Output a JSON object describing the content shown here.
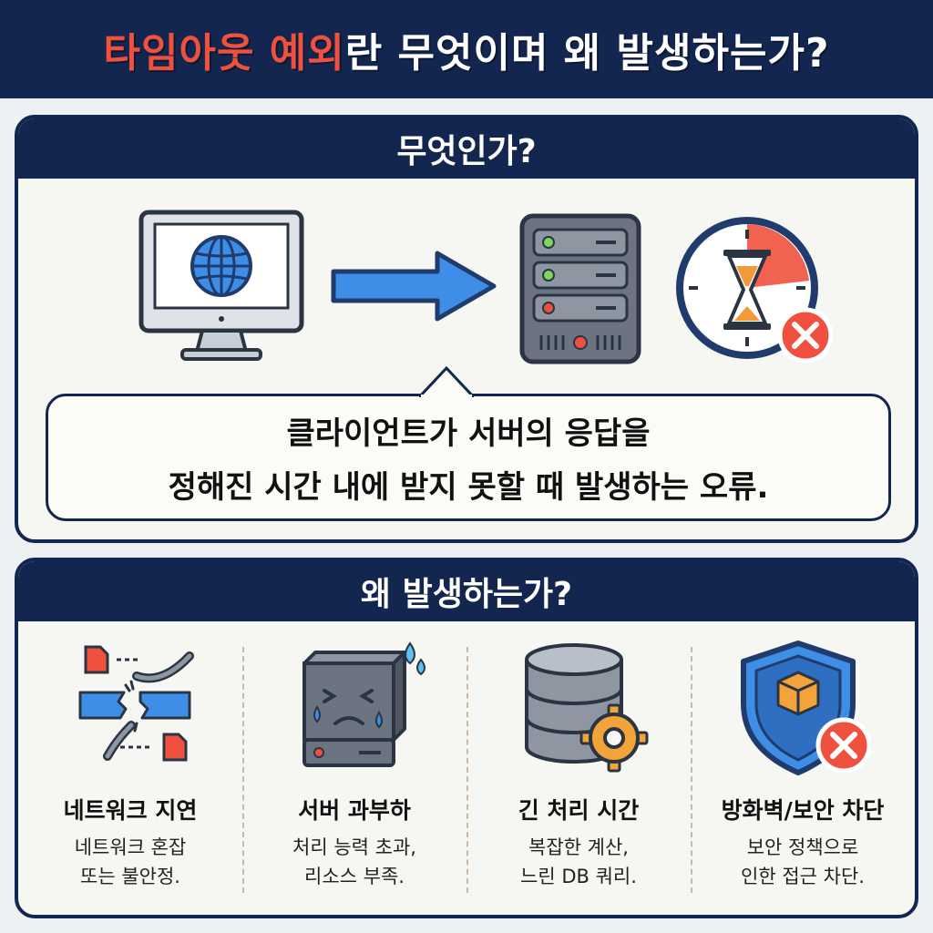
{
  "header": {
    "title_accent": "타임아웃 예외",
    "title_rest": "란 무엇이며 왜 발생하는가?"
  },
  "what_section": {
    "heading": "무엇인가?",
    "description_line1": "클라이언트가 서버의 응답을",
    "description_line2": "정해진 시간 내에 받지 못할 때 발생하는 오류.",
    "icons": [
      "monitor-globe-icon",
      "arrow-right-icon",
      "server-icon",
      "clock-hourglass-error-icon"
    ]
  },
  "why_section": {
    "heading": "왜 발생하는가?",
    "causes": [
      {
        "icon": "broken-network-icon",
        "title": "네트워크 지연",
        "desc_line1": "네트워크 혼잡",
        "desc_line2": "또는 불안정."
      },
      {
        "icon": "sweating-server-icon",
        "title": "서버 과부하",
        "desc_line1": "처리 능력 초과,",
        "desc_line2": "리소스 부족."
      },
      {
        "icon": "database-gear-icon",
        "title": "긴 처리 시간",
        "desc_line1": "복잡한 계산,",
        "desc_line2": "느린 DB 쿼리."
      },
      {
        "icon": "shield-blocked-icon",
        "title": "방화벽/보안 차단",
        "desc_line1": "보안 정책으로",
        "desc_line2": "인한 접근 차단."
      }
    ]
  },
  "colors": {
    "navy": "#13264f",
    "accent_red": "#f0513e",
    "arrow_blue": "#3e8ee8",
    "panel_bg": "#f6f6f2"
  }
}
